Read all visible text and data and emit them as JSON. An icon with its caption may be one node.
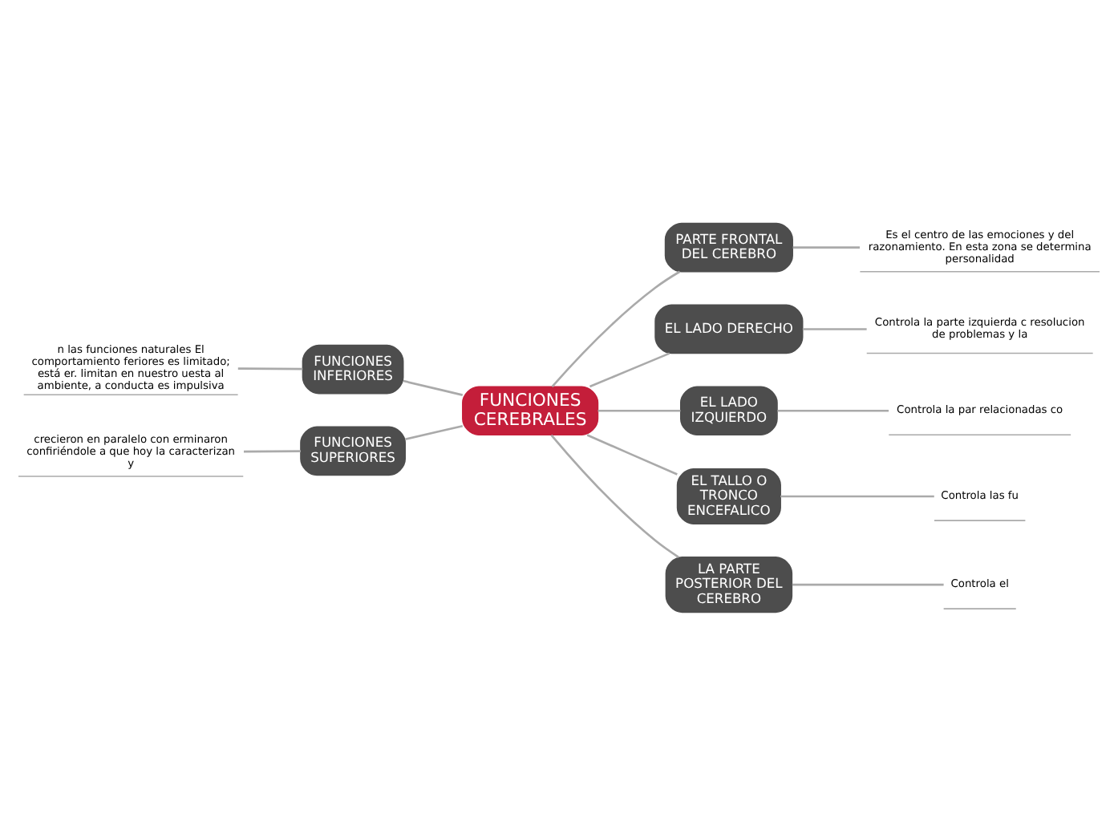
{
  "diagram": {
    "nodes": [
      {
        "text": [
          "FUNCIONES CEREBRALES"
        ]
      },
      {
        "text": [
          "FUNCIONES INFERIORES"
        ]
      },
      {
        "text": [
          "n las funciones naturales El comportamiento feriores es limitado; está er. limitan en nuestro uesta al ambiente, a conducta es impulsiva"
        ]
      },
      {
        "text": [
          "FUNCIONES SUPERIORES"
        ]
      },
      {
        "text": [
          "crecieron en paralelo con erminaron confiriéndole a que hoy la caracterizan y"
        ]
      },
      {
        "text": [
          "PARTE FRONTAL DEL CEREBRO"
        ]
      },
      {
        "text": [
          "Es el centro de las emociones y del razonamiento. En esta zona se determina personalidad"
        ]
      },
      {
        "text": [
          "EL LADO DERECHO"
        ]
      },
      {
        "text": [
          "Controla la parte izquierda c resolucion de problemas y la"
        ]
      },
      {
        "text": [
          "EL LADO IZQUIERDO"
        ]
      },
      {
        "text": [
          "Controla la par relacionadas co"
        ]
      },
      {
        "text": [
          "EL TALLO O TRONCO ENCEFALICO"
        ]
      },
      {
        "text": [
          "Controla las fu"
        ]
      },
      {
        "text": [
          "LA PARTE POSTERIOR DEL CEREBRO"
        ]
      },
      {
        "text": [
          "Controla el"
        ]
      }
    ],
    "edges": [
      {
        "from": 2,
        "to": 1,
        "arrow": "none"
      },
      {
        "from": 1,
        "to": 0,
        "arrow": "none"
      },
      {
        "from": 4,
        "to": 3,
        "arrow": "none"
      },
      {
        "from": 3,
        "to": 0,
        "arrow": "none"
      },
      {
        "from": 0,
        "to": 5,
        "arrow": "none"
      },
      {
        "from": 5,
        "to": 6,
        "arrow": "none"
      },
      {
        "from": 0,
        "to": 7,
        "arrow": "none"
      },
      {
        "from": 7,
        "to": 8,
        "arrow": "none"
      },
      {
        "from": 0,
        "to": 9,
        "arrow": "none"
      },
      {
        "from": 9,
        "to": 10,
        "arrow": "none"
      },
      {
        "from": 0,
        "to": 11,
        "arrow": "none"
      },
      {
        "from": 11,
        "to": 12,
        "arrow": "none"
      },
      {
        "from": 0,
        "to": 13,
        "arrow": "none"
      },
      {
        "from": 13,
        "to": 14,
        "arrow": "none"
      }
    ]
  }
}
